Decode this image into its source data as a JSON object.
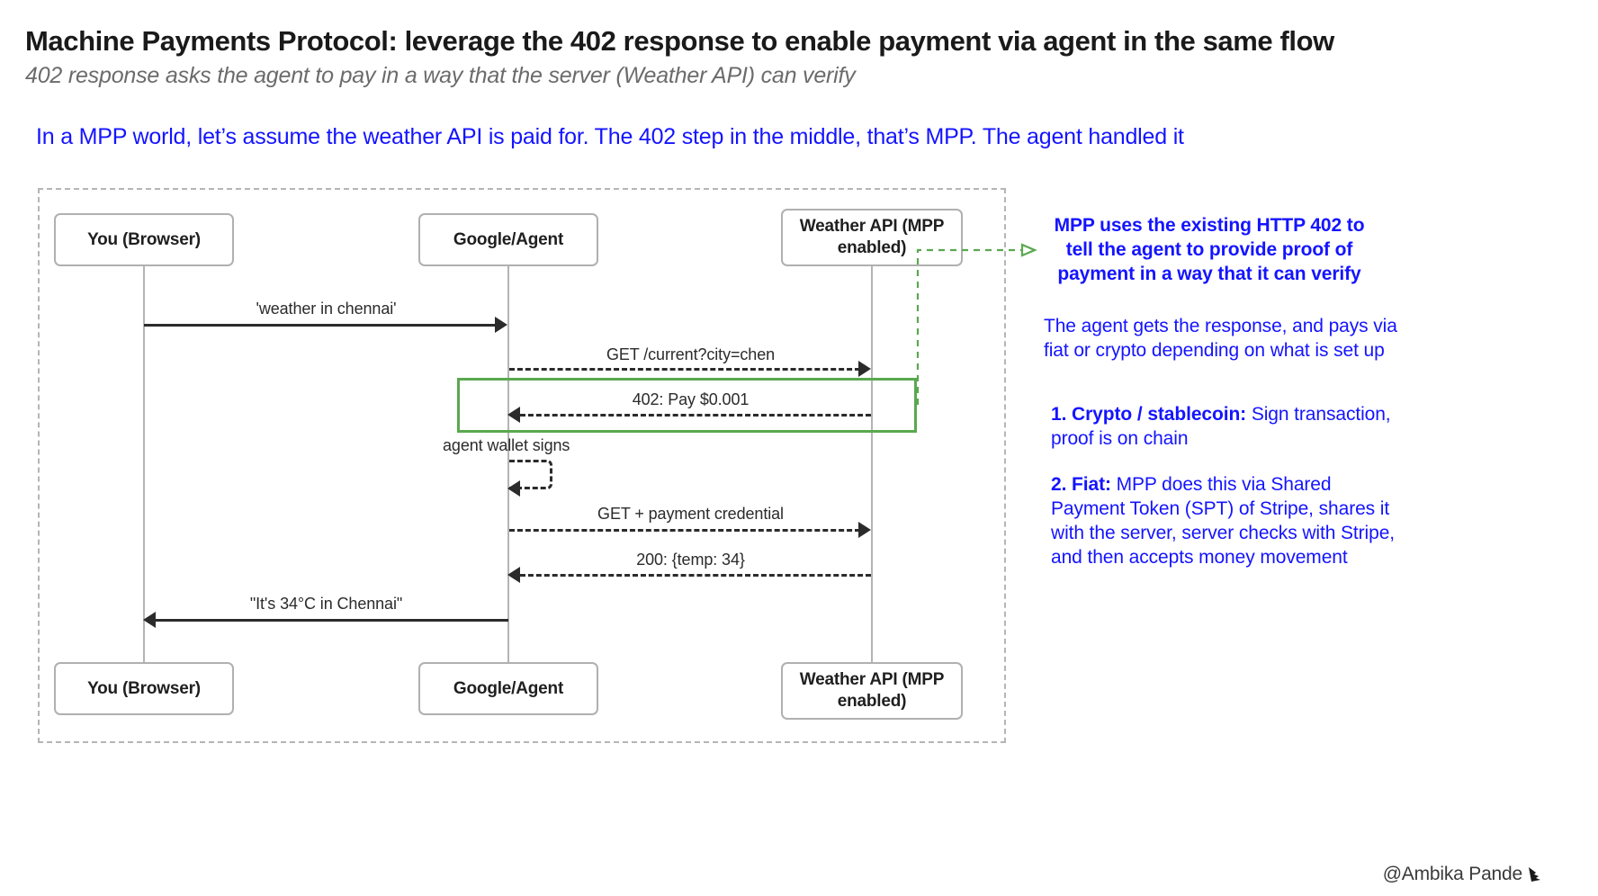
{
  "header": {
    "title": "Machine Payments Protocol: leverage the 402 response to enable payment via agent in the same flow",
    "subtitle": "402 response asks the agent to pay in a way that the server (Weather API) can verify",
    "intro_note": "In a MPP world, let’s assume the weather API is paid for. The 402 step in the middle, that’s MPP. The agent handled it"
  },
  "diagram": {
    "type": "sequence",
    "participants": [
      {
        "id": "browser",
        "label": "You (Browser)"
      },
      {
        "id": "agent",
        "label": "Google/Agent"
      },
      {
        "id": "api",
        "label": "Weather API (MPP enabled)"
      }
    ],
    "messages": [
      {
        "label": "'weather in chennai'",
        "from": "browser",
        "to": "agent",
        "style": "solid",
        "direction": "right"
      },
      {
        "label": "GET /current?city=chen",
        "from": "agent",
        "to": "api",
        "style": "dashed",
        "direction": "right"
      },
      {
        "label": "402: Pay $0.001",
        "from": "api",
        "to": "agent",
        "style": "dashed",
        "direction": "left"
      },
      {
        "label": "agent wallet signs",
        "from": "agent",
        "to": "agent",
        "style": "dashed",
        "direction": "self"
      },
      {
        "label": "GET + payment credential",
        "from": "agent",
        "to": "api",
        "style": "dashed",
        "direction": "right"
      },
      {
        "label": "200: {temp: 34}",
        "from": "api",
        "to": "agent",
        "style": "dashed",
        "direction": "left"
      },
      {
        "label": "\"It's 34°C in Chennai\"",
        "from": "agent",
        "to": "browser",
        "style": "solid",
        "direction": "left"
      }
    ],
    "highlight": {
      "covers": [
        "402: Pay $0.001"
      ],
      "color": "#5aa84f"
    }
  },
  "annotations": {
    "headline": "MPP uses the existing HTTP 402 to tell the agent to provide proof of payment in a way that it can verify",
    "body": "The agent gets the response, and pays via fiat or crypto depending on what is set up",
    "items": [
      {
        "lead": "1. Crypto / stablecoin:",
        "text": " Sign transaction, proof is on chain"
      },
      {
        "lead": "2. Fiat:",
        "text": " MPP does this via Shared Payment Token (SPT) of Stripe, shares it with the server, server checks with Stripe, and then accepts money movement"
      }
    ],
    "color": "#1414ff",
    "connector_color": "#5aa84f"
  },
  "footer": {
    "handle": "@Ambika Pande",
    "icon": "bird-icon"
  },
  "colors": {
    "accent_blue": "#1414ff",
    "highlight_green": "#5aa84f",
    "lifeline_gray": "#b4b4b4",
    "frame_gray": "#b5b5b5",
    "text_dark": "#1a1a1a",
    "subtitle_gray": "#6b6b6b"
  }
}
